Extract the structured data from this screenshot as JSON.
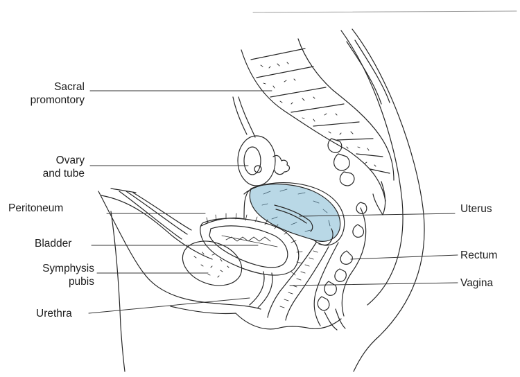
{
  "labels": {
    "sacral_promontory": {
      "line1": "Sacral",
      "line2": "promontory"
    },
    "ovary_and_tube": {
      "line1": "Ovary",
      "line2": "and tube"
    },
    "peritoneum": "Peritoneum",
    "bladder": "Bladder",
    "symphysis_pubis": {
      "line1": "Symphysis",
      "line2": "pubis"
    },
    "urethra": "Urethra",
    "uterus": "Uterus",
    "rectum": "Rectum",
    "vagina": "Vagina"
  },
  "colors": {
    "uterus_fill": "#b9d8e6",
    "ink": "#262626",
    "background": "#ffffff"
  }
}
